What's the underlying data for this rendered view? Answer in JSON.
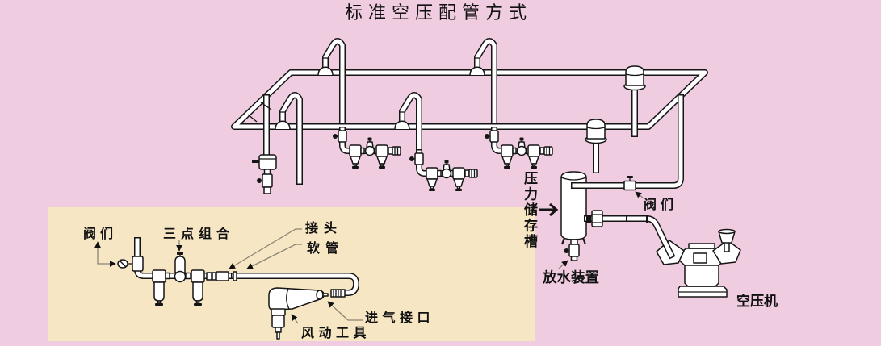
{
  "title": "标准空压配管方式",
  "main_diagram": {
    "labels": {
      "pressure_tank": "压力储存槽",
      "valve": "阀们",
      "drain_device": "放水装置",
      "air_compressor": "空压机"
    }
  },
  "inset": {
    "labels": {
      "valve": "阀们",
      "frl_unit": "三点组合",
      "connector": "接头",
      "hose": "软管",
      "air_inlet": "进气接口",
      "pneumatic_tool": "风动工具"
    }
  },
  "colors": {
    "background": "#F0CCE0",
    "inset_background": "#F7E6C4",
    "outline": "#151515",
    "pipe_fill": "#FFFFFF",
    "leader_line": "#8A8474"
  }
}
